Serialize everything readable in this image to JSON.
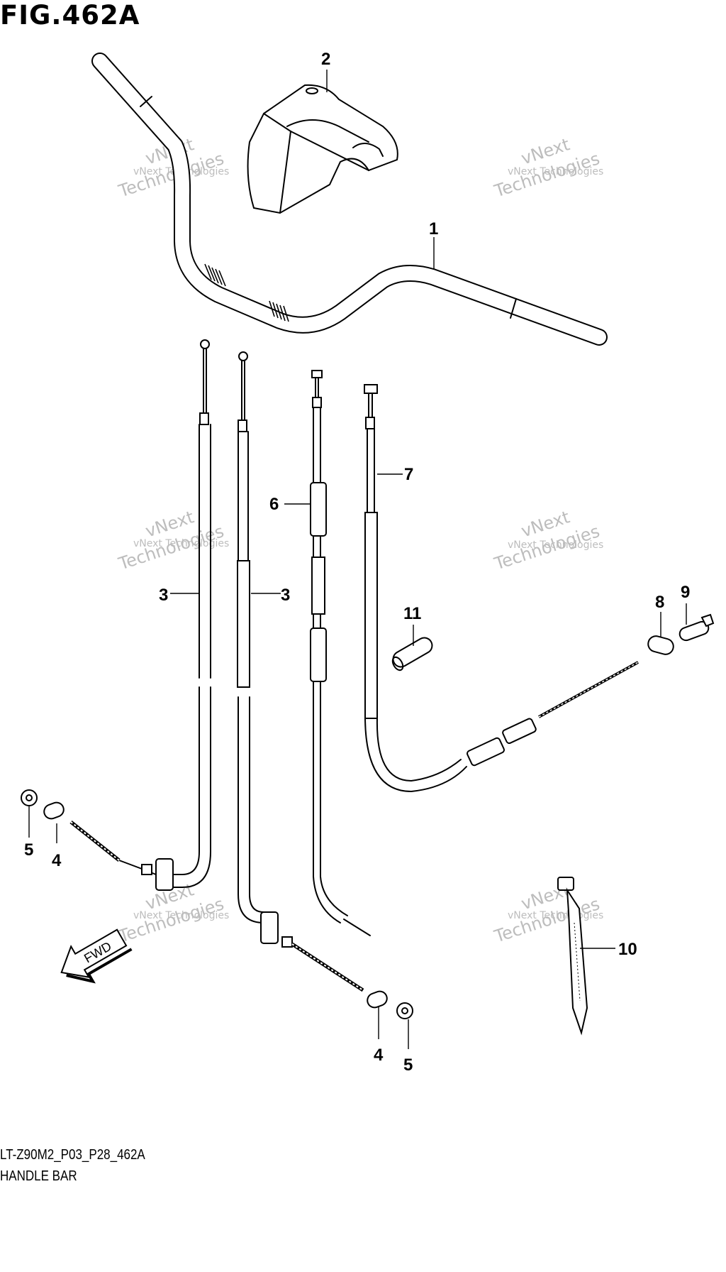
{
  "figure": {
    "title": "FIG.462A",
    "code": "LT-Z90M2_P03_P28_462A",
    "name": "HANDLE BAR"
  },
  "watermark": {
    "small": "vNext Technologies",
    "large_1": "vNext",
    "large_2": "Technologies"
  },
  "fwd_label": "FWD",
  "callouts": [
    "1",
    "2",
    "3",
    "3",
    "4",
    "4",
    "5",
    "5",
    "6",
    "7",
    "8",
    "9",
    "10",
    "11"
  ]
}
